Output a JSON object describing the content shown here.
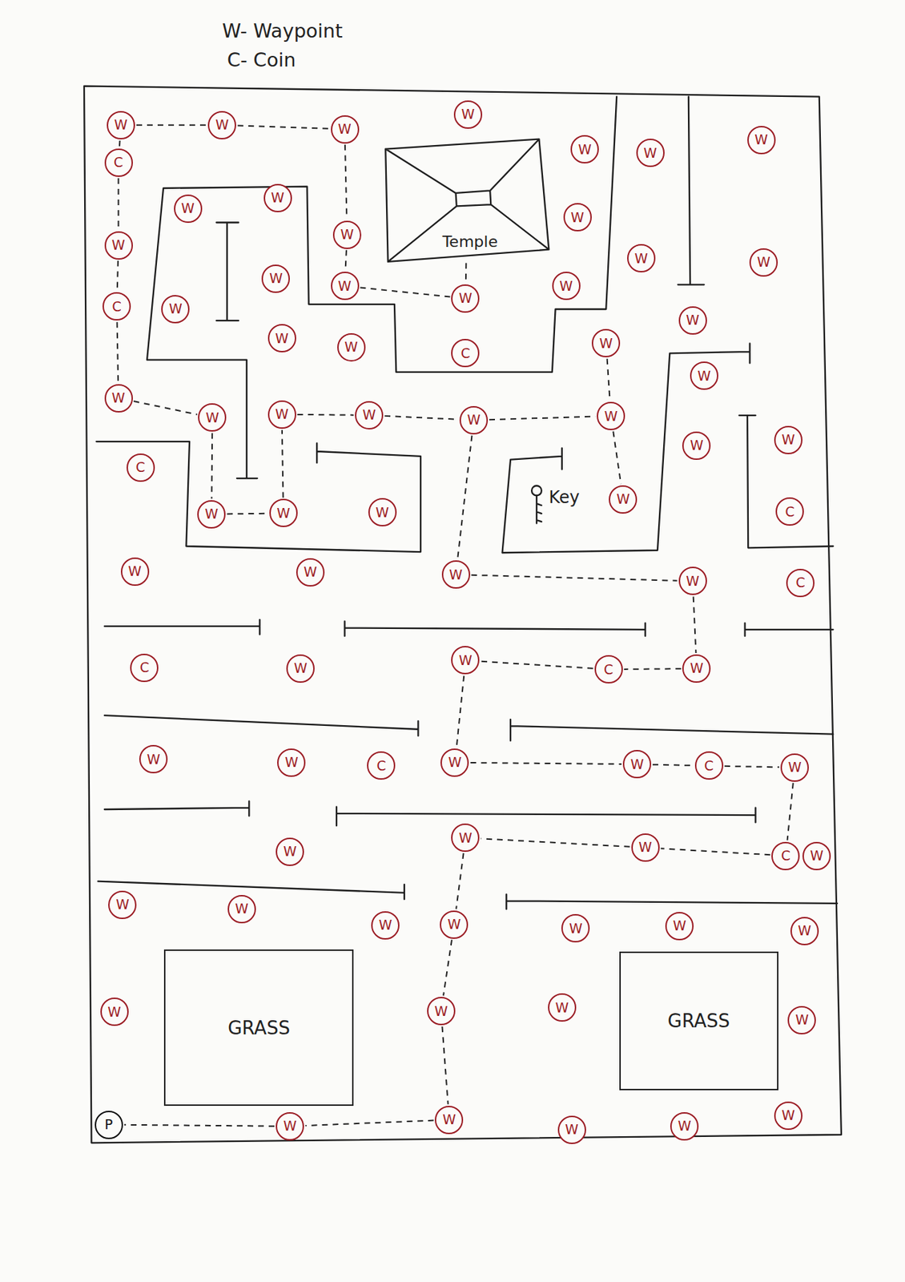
{
  "diagram": {
    "nodes": [
      {
        "text": [
          "W"
        ]
      },
      {
        "text": [
          "W"
        ]
      },
      {
        "text": [
          "W"
        ]
      },
      {
        "text": [
          "W"
        ]
      },
      {
        "text": [
          "Temple"
        ]
      },
      {
        "text": [
          "W"
        ]
      },
      {
        "text": [
          "W"
        ]
      },
      {
        "text": [
          "W"
        ]
      },
      {
        "text": [
          "C"
        ]
      },
      {
        "text": [
          "W"
        ]
      },
      {
        "text": [
          "W"
        ]
      },
      {
        "text": [
          "W"
        ]
      },
      {
        "text": [
          "W"
        ]
      },
      {
        "text": [
          "W"
        ]
      },
      {
        "text": [
          "W"
        ]
      },
      {
        "text": [
          "W"
        ]
      },
      {
        "text": [
          "W"
        ]
      },
      {
        "text": [
          "W"
        ]
      },
      {
        "text": [
          "W"
        ]
      },
      {
        "text": [
          "W"
        ]
      },
      {
        "text": [
          "C"
        ]
      },
      {
        "text": [
          "W"
        ]
      },
      {
        "text": [
          "W"
        ]
      },
      {
        "text": [
          "W"
        ]
      },
      {
        "text": [
          "W"
        ]
      },
      {
        "text": [
          "C"
        ]
      },
      {
        "text": [
          "W"
        ]
      },
      {
        "text": [
          "W"
        ]
      },
      {
        "text": [
          "W"
        ]
      },
      {
        "text": [
          "W"
        ]
      },
      {
        "text": [
          "W"
        ]
      },
      {
        "text": [
          "W"
        ]
      },
      {
        "text": [
          "W"
        ]
      },
      {
        "text": [
          "W"
        ]
      },
      {
        "text": [
          "W"
        ]
      },
      {
        "text": [
          "W"
        ]
      },
      {
        "text": [
          "C"
        ]
      },
      {
        "text": [
          "W"
        ]
      },
      {
        "text": [
          "W"
        ]
      },
      {
        "text": [
          "W"
        ]
      },
      {
        "text": [
          "W"
        ]
      },
      {
        "text": [
          "C"
        ]
      },
      {
        "text": [
          "W"
        ]
      },
      {
        "text": [
          "W"
        ]
      },
      {
        "text": [
          "W"
        ]
      },
      {
        "text": [
          "W"
        ]
      },
      {
        "text": [
          "C"
        ]
      },
      {
        "text": [
          "C"
        ]
      },
      {
        "text": [
          "W"
        ]
      },
      {
        "text": [
          "W"
        ]
      },
      {
        "text": [
          "C"
        ]
      },
      {
        "text": [
          "W"
        ]
      },
      {
        "text": [
          "W"
        ]
      },
      {
        "text": [
          "W"
        ]
      },
      {
        "text": [
          "C"
        ]
      },
      {
        "text": [
          "W"
        ]
      },
      {
        "text": [
          "W"
        ]
      },
      {
        "text": [
          "C"
        ]
      },
      {
        "text": [
          "W"
        ]
      },
      {
        "text": [
          "W"
        ]
      },
      {
        "text": [
          "W"
        ]
      },
      {
        "text": [
          "W"
        ]
      },
      {
        "text": [
          "C"
        ]
      },
      {
        "text": [
          "W"
        ]
      },
      {
        "text": [
          "W"
        ]
      },
      {
        "text": [
          "W"
        ]
      },
      {
        "text": [
          "W"
        ]
      },
      {
        "text": [
          "W"
        ]
      },
      {
        "text": [
          "W"
        ]
      },
      {
        "text": [
          "W"
        ]
      },
      {
        "text": [
          "W"
        ]
      },
      {
        "text": [
          "W"
        ]
      },
      {
        "text": [
          "GRASS"
        ]
      },
      {
        "text": [
          "W"
        ]
      },
      {
        "text": [
          "W"
        ]
      },
      {
        "text": [
          "GRASS"
        ]
      },
      {
        "text": [
          "W"
        ]
      },
      {
        "text": [
          "P"
        ]
      },
      {
        "text": [
          "W"
        ]
      },
      {
        "text": [
          "W"
        ]
      },
      {
        "text": [
          "W"
        ]
      },
      {
        "text": [
          "W"
        ]
      },
      {
        "text": [
          "W"
        ]
      }
    ],
    "edges": [
      {
        "from": 0,
        "to": 1,
        "arrow": "none"
      },
      {
        "from": 1,
        "to": 2,
        "arrow": "none"
      },
      {
        "from": 0,
        "to": 8,
        "arrow": "none"
      },
      {
        "from": 8,
        "to": 13,
        "arrow": "none"
      },
      {
        "from": 13,
        "to": 20,
        "arrow": "none"
      },
      {
        "from": 20,
        "to": 28,
        "arrow": "none"
      },
      {
        "from": 2,
        "to": 12,
        "arrow": "none"
      },
      {
        "from": 12,
        "to": 17,
        "arrow": "none"
      },
      {
        "from": 17,
        "to": 18,
        "arrow": "none"
      },
      {
        "from": 4,
        "to": 18,
        "arrow": "none"
      },
      {
        "from": 28,
        "to": 29,
        "arrow": "none"
      },
      {
        "from": 29,
        "to": 37,
        "arrow": "none"
      },
      {
        "from": 37,
        "to": 38,
        "arrow": "none"
      },
      {
        "from": 38,
        "to": 30,
        "arrow": "none"
      },
      {
        "from": 30,
        "to": 31,
        "arrow": "none"
      },
      {
        "from": 31,
        "to": 32,
        "arrow": "none"
      },
      {
        "from": 32,
        "to": 33,
        "arrow": "none"
      },
      {
        "from": 26,
        "to": 33,
        "arrow": "none"
      },
      {
        "from": 33,
        "to": 40,
        "arrow": "none"
      },
      {
        "from": 32,
        "to": 44,
        "arrow": "none"
      },
      {
        "from": 44,
        "to": 45,
        "arrow": "none"
      },
      {
        "from": 45,
        "to": 51,
        "arrow": "none"
      },
      {
        "from": 51,
        "to": 50,
        "arrow": "none"
      },
      {
        "from": 50,
        "to": 49,
        "arrow": "none"
      },
      {
        "from": 49,
        "to": 55,
        "arrow": "none"
      },
      {
        "from": 55,
        "to": 56,
        "arrow": "none"
      },
      {
        "from": 56,
        "to": 57,
        "arrow": "none"
      },
      {
        "from": 57,
        "to": 58,
        "arrow": "none"
      },
      {
        "from": 58,
        "to": 62,
        "arrow": "none"
      },
      {
        "from": 62,
        "to": 61,
        "arrow": "none"
      },
      {
        "from": 61,
        "to": 60,
        "arrow": "none"
      },
      {
        "from": 60,
        "to": 67,
        "arrow": "none"
      },
      {
        "from": 67,
        "to": 73,
        "arrow": "none"
      },
      {
        "from": 73,
        "to": 79,
        "arrow": "none"
      },
      {
        "from": 79,
        "to": 78,
        "arrow": "none"
      },
      {
        "from": 78,
        "to": 77,
        "arrow": "none"
      }
    ],
    "labels": [
      "Key"
    ],
    "legend": [
      {
        "text": "W- Waypoint"
      },
      {
        "text": "C- Coin"
      }
    ]
  }
}
